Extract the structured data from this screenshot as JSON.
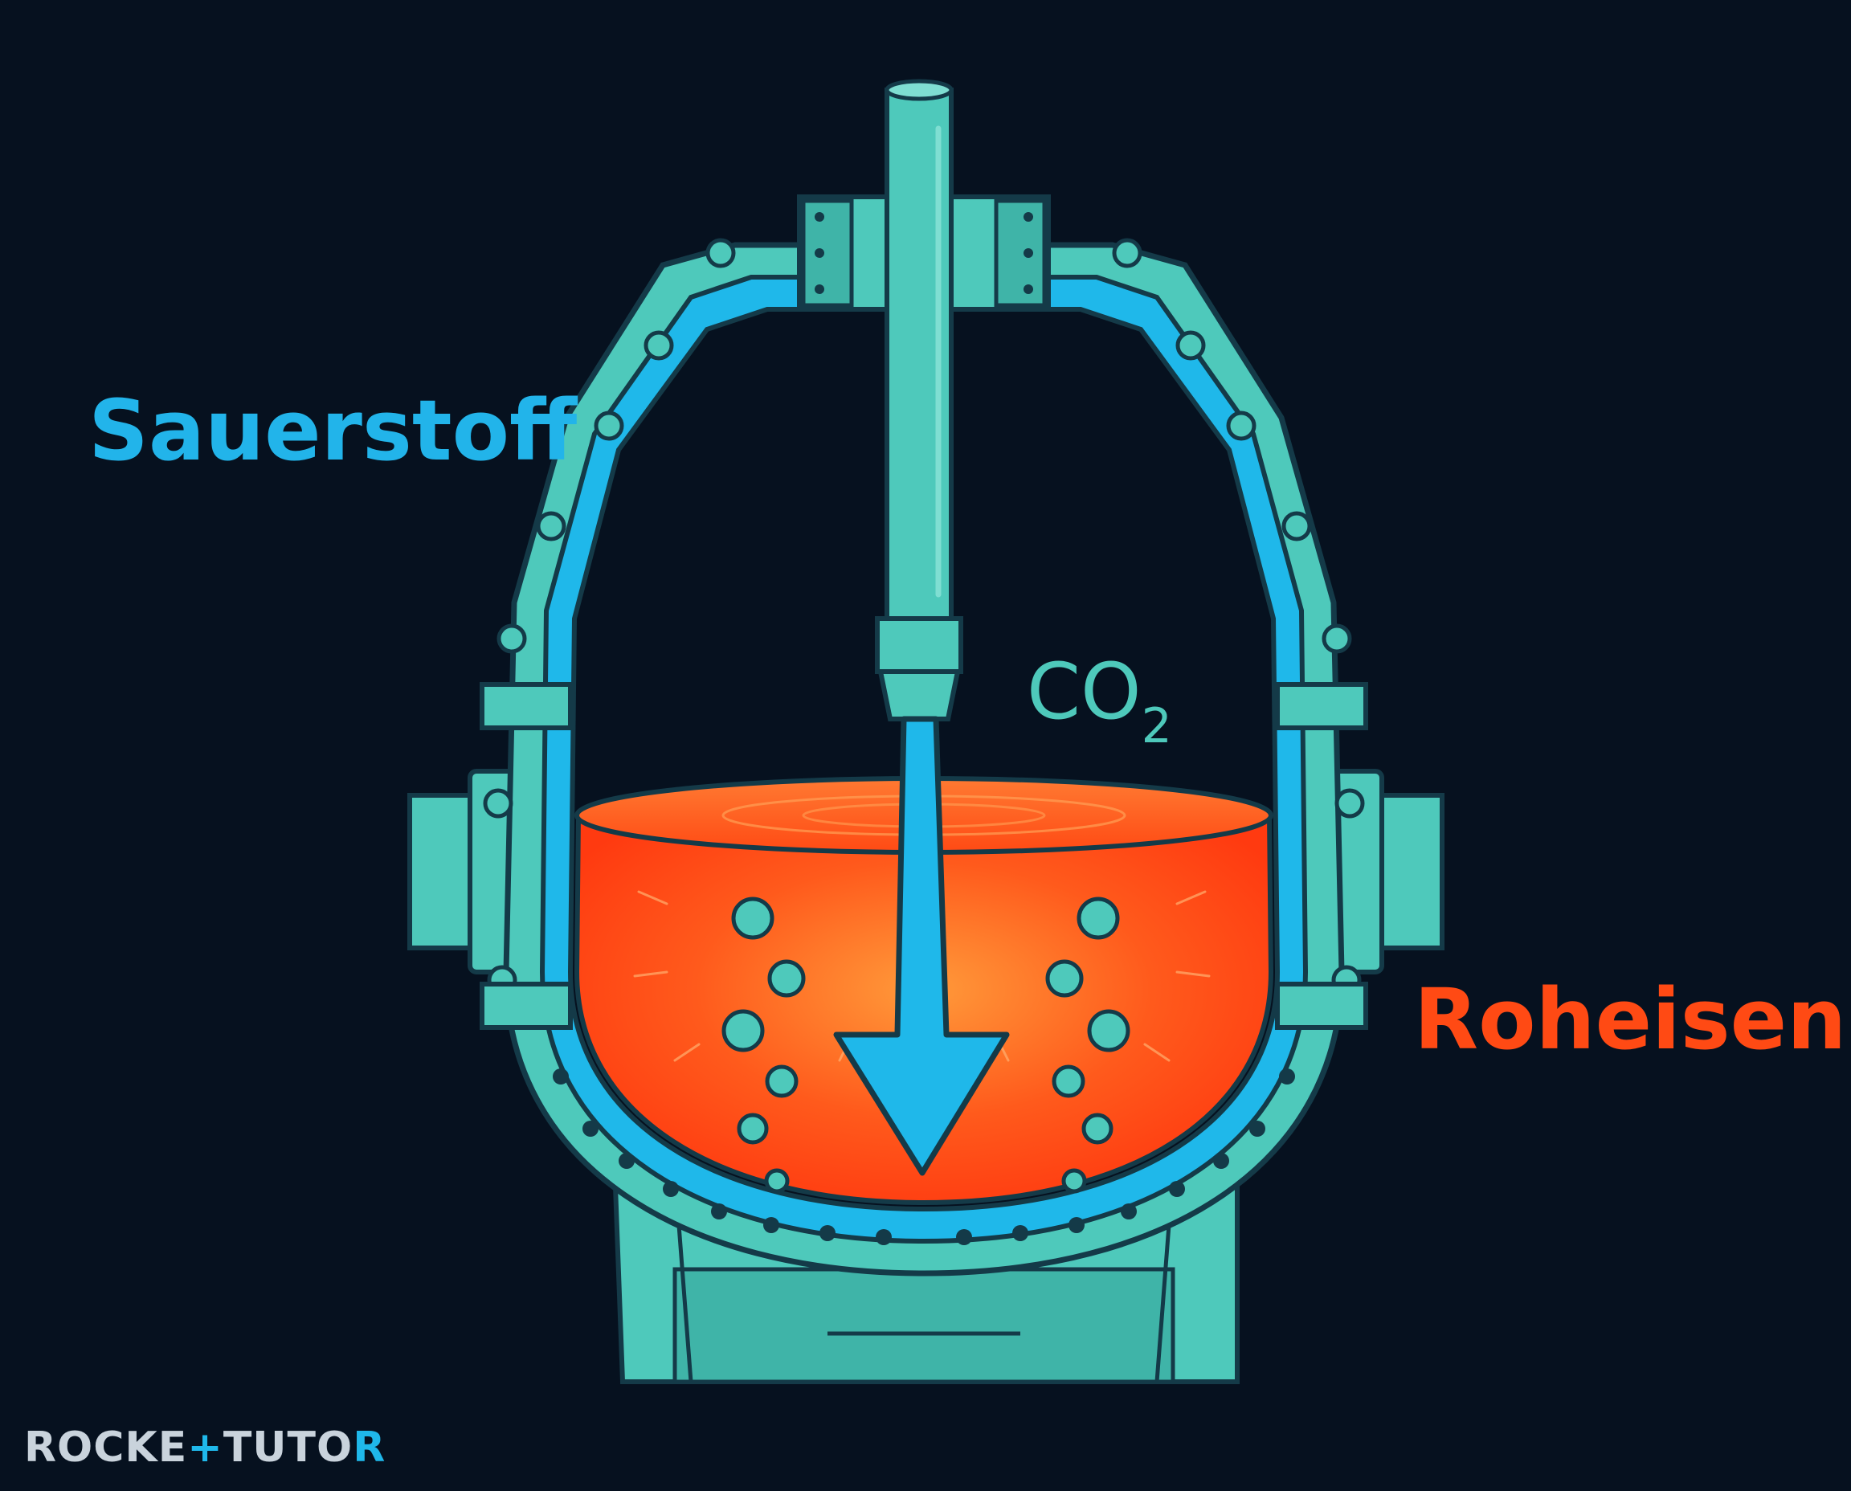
{
  "labels": {
    "oxygen": "Sauerstoff",
    "co2_main": "CO",
    "co2_sub": "2",
    "iron": "Roheisen"
  },
  "logo": {
    "part1": "ROCKE",
    "mark": "+",
    "part2": "TUTO",
    "part3": "R"
  },
  "colors": {
    "background": "#06111f",
    "vessel_teal": "#4ec9bb",
    "vessel_teal_dark": "#2e9e94",
    "lining_blue": "#1fb8ea",
    "outline": "#143a48",
    "molten_iron": "#ff4a14",
    "molten_glow": "#ff8a2e",
    "oxygen_label": "#22b4ea",
    "co2_label": "#4ec9bb",
    "iron_label": "#ff4a14",
    "logo_text": "#c9d3dc",
    "logo_accent": "#1fb8ea"
  },
  "icons": {
    "vessel": "converter-vessel-icon",
    "lance": "oxygen-lance-icon",
    "arrow": "down-arrow-icon",
    "bubble": "gas-bubble-icon"
  }
}
